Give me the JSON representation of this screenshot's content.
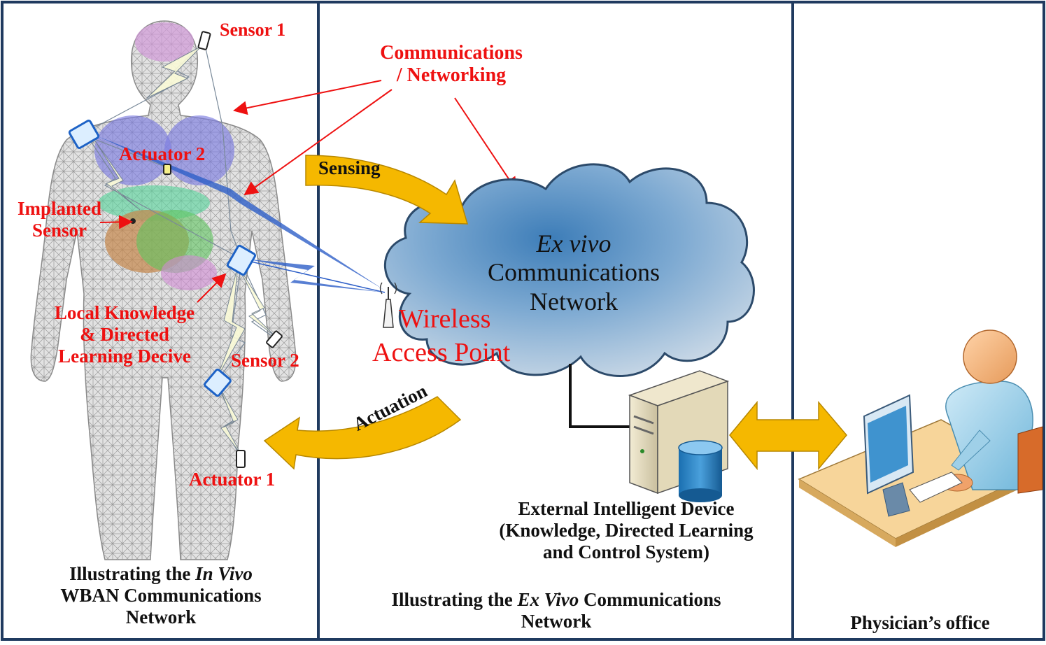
{
  "panels": {
    "left_caption": {
      "prefix": "Illustrating the ",
      "italic": "In Vivo",
      "line2": "WBAN Communications",
      "line3": "Network"
    },
    "middle_caption": {
      "prefix": "Illustrating the ",
      "italic": "Ex Vivo",
      "suffix": " Communications",
      "line2": "Network"
    },
    "right_caption": "Physician’s office"
  },
  "body_labels": {
    "sensor1": "Sensor 1",
    "sensor2": "Sensor 2",
    "actuator1": "Actuator 1",
    "actuator2": "Actuator 2",
    "implanted_line1": "Implanted",
    "implanted_line2": "Sensor",
    "local_line1": "Local Knowledge",
    "local_line2": "& Directed",
    "local_line3": "Learning Decive"
  },
  "comms": {
    "line1": "Communications",
    "line2": "/ Networking"
  },
  "arrows": {
    "sensing": "Sensing",
    "actuation": "Actuation"
  },
  "cloud": {
    "line1": "Ex vivo",
    "line2": "Communications",
    "line3": "Network"
  },
  "access_point": {
    "line1": "Wireless",
    "line2": "Access Point"
  },
  "external_device": {
    "line1": "External Intelligent  Device",
    "line2": "(Knowledge, Directed Learning",
    "line3": "and Control System)"
  },
  "colors": {
    "frame": "#1f3a5f",
    "label_red": "#ee1111",
    "arrow_gold": "#f5b800",
    "link_blue": "#2e5fc8",
    "cloud_blue": "#5c93c7"
  },
  "icons": [
    "human-mesh-body",
    "wireless-node-icon",
    "antenna-icon",
    "server-icon",
    "database-icon",
    "physician-icon",
    "monitor-icon"
  ]
}
